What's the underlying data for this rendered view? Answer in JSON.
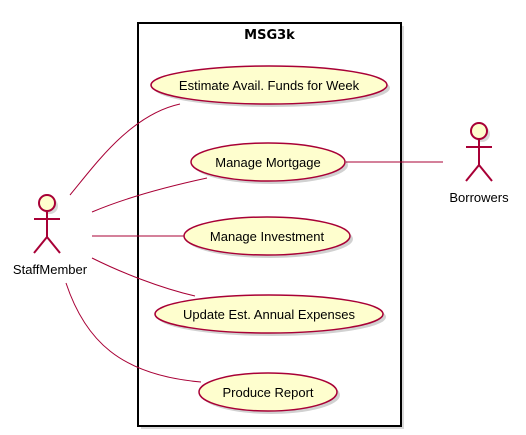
{
  "system": {
    "title": "MSG3k"
  },
  "actors": {
    "staff": "StaffMember",
    "borrowers": "Borrowers"
  },
  "use_cases": [
    "Estimate Avail. Funds for Week",
    "Manage Mortgage",
    "Manage Investment",
    "Update Est. Annual Expenses",
    "Produce Report"
  ],
  "colors": {
    "accent": "#A80036",
    "fill": "#FEFECE",
    "border": "#000000"
  }
}
